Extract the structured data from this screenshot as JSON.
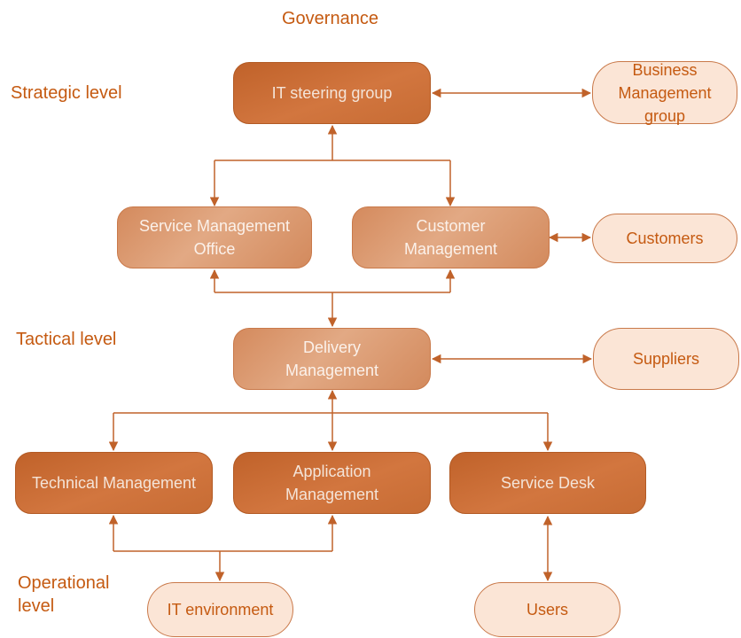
{
  "title": "Governance",
  "levels": {
    "strategic": "Strategic level",
    "tactical": "Tactical level",
    "operational": "Operational level"
  },
  "nodes": {
    "it_steering_group": "IT steering group",
    "business_management_group": "Business Management group",
    "service_management_office": "Service Management Office",
    "customer_management": "Customer Management",
    "customers": "Customers",
    "delivery_management": "Delivery Management",
    "suppliers": "Suppliers",
    "technical_management": "Technical Management",
    "application_management": "Application Management",
    "service_desk": "Service Desk",
    "it_environment": "IT environment",
    "users": "Users"
  },
  "colors": {
    "accent": "#c55a11",
    "connector": "#c0622a",
    "light_fill": "#fbe5d6"
  }
}
